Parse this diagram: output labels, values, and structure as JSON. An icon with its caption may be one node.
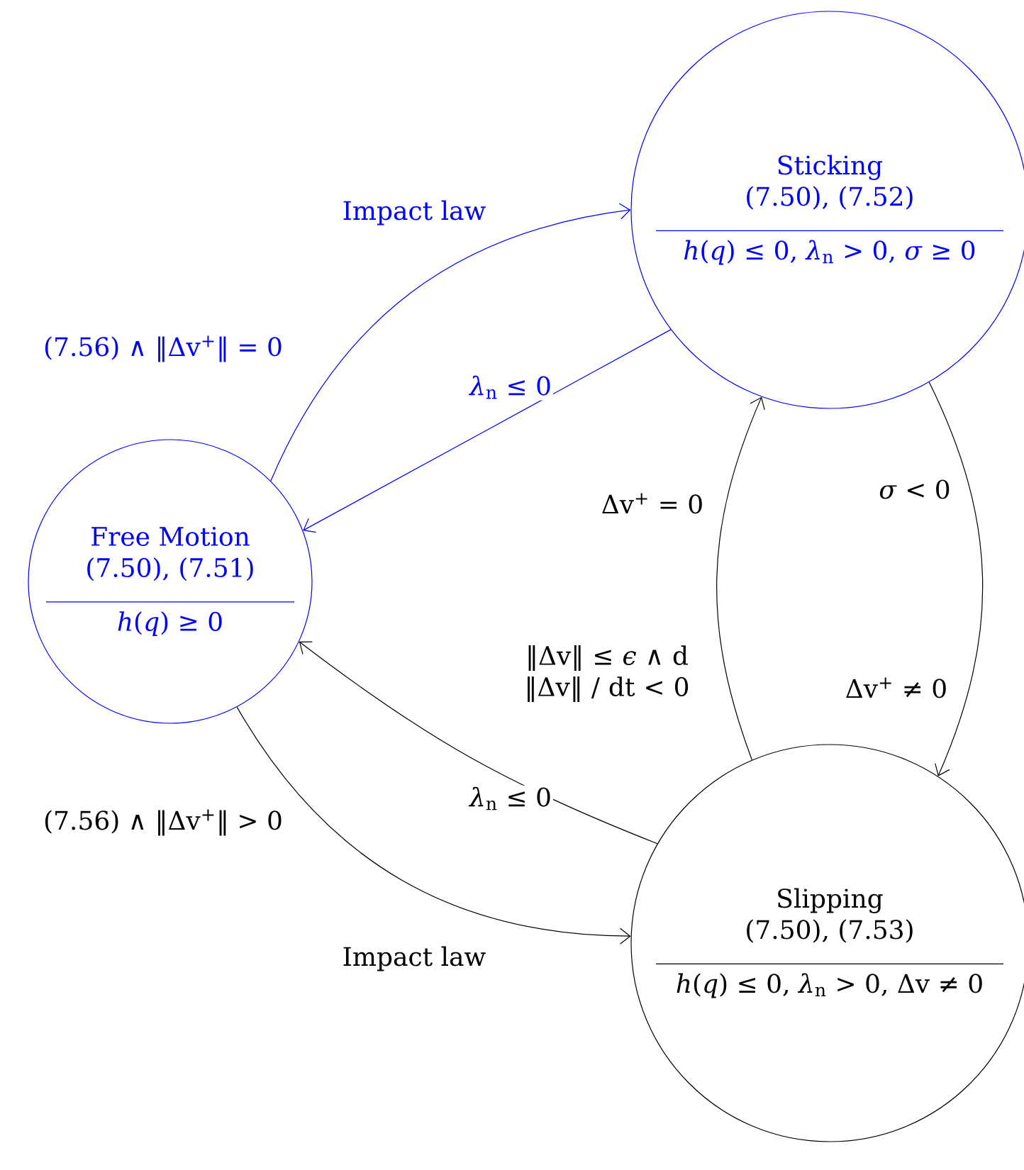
{
  "diagram": {
    "nodes": [
      {
        "text": [
          "Free Motion",
          "(7.50), (7.51)",
          "*h*(*q*) ≥ 0"
        ]
      },
      {
        "text": [
          "Sticking",
          "(7.50), (7.52)",
          "*h*(*q*) ≤ 0, *λ*$_{n}$ > 0, *σ* ≥ 0"
        ]
      },
      {
        "text": [
          "Slipping",
          "(7.50), (7.53)",
          "*h*(*q*) ≤ 0, *λ*$_{n}$ > 0, Δv ≠ 0"
        ]
      }
    ],
    "edges": [
      {
        "from": 0,
        "to": 1,
        "arrow": "to",
        "label": "Impact law",
        "color": "#0000ff"
      },
      {
        "from": 1,
        "to": 0,
        "arrow": "to",
        "label": "*λ*$_{n}$ ≤ 0",
        "color": "#0000ff"
      },
      {
        "from": 1,
        "to": 2,
        "arrow": "to",
        "label": "Δv$^{+}$ ≠ 0"
      },
      {
        "from": 2,
        "to": 1,
        "arrow": "to",
        "label": "Δv$^{+}$ = 0"
      },
      {
        "from": 2,
        "to": 0,
        "arrow": "to",
        "label": "*λ*$_{n}$ ≤ 0"
      },
      {
        "from": 0,
        "to": 2,
        "arrow": "to",
        "label": "Impact law"
      }
    ],
    "labels": [
      "(7.56) ∧ ‖Δv$^{+}$‖ = 0",
      "*σ* < 0",
      "‖Δv‖ ≤ *ϵ* ∧ d ‖Δv‖ / dt < 0",
      "(7.56) ∧ ‖Δv$^{+}$‖ > 0"
    ]
  }
}
